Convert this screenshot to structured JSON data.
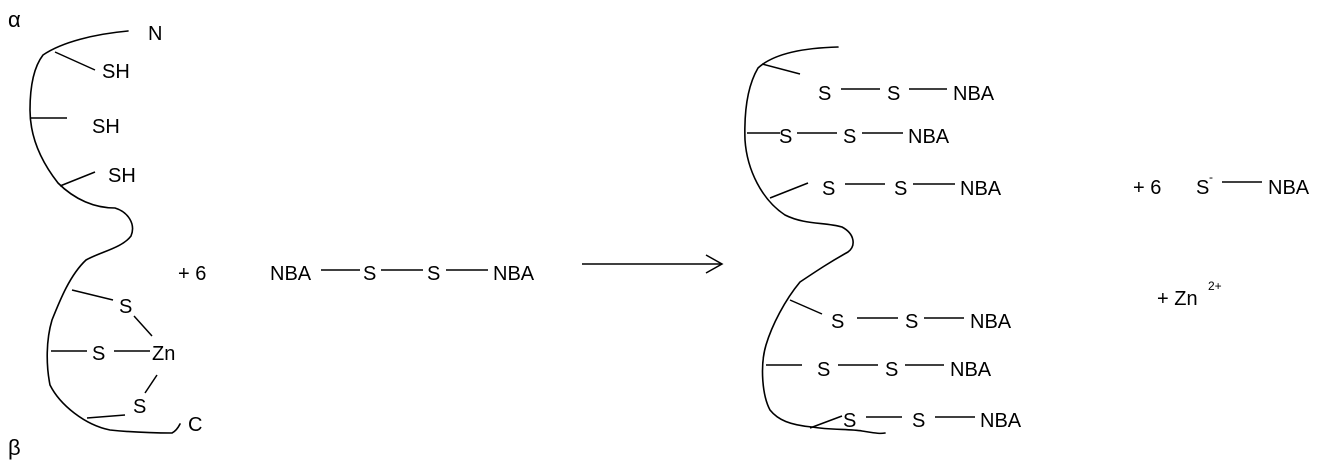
{
  "reactant_protein": {
    "alpha": "α",
    "n_term": "N",
    "thiols": [
      "SH",
      "SH",
      "SH"
    ],
    "zinc_site": {
      "sulfur": "S",
      "metal": "Zn"
    },
    "c_term": "C",
    "beta": "β"
  },
  "reagent": {
    "coefficient": "+ 6",
    "left_group": "NBA",
    "s1": "S",
    "s2": "S",
    "right_group": "NBA"
  },
  "product_protein": {
    "disulfides": [
      {
        "s1": "S",
        "s2": "S",
        "group": "NBA"
      },
      {
        "s1": "S",
        "s2": "S",
        "group": "NBA"
      },
      {
        "s1": "S",
        "s2": "S",
        "group": "NBA"
      },
      {
        "s1": "S",
        "s2": "S",
        "group": "NBA"
      },
      {
        "s1": "S",
        "s2": "S",
        "group": "NBA"
      },
      {
        "s1": "S",
        "s2": "S",
        "group": "NBA"
      }
    ]
  },
  "byproducts": {
    "thiolate": {
      "coefficient": "+ 6",
      "atom": "S",
      "charge": "-",
      "group": "NBA"
    },
    "zinc_ion": {
      "prefix": "+ Zn",
      "charge": "2+"
    }
  }
}
